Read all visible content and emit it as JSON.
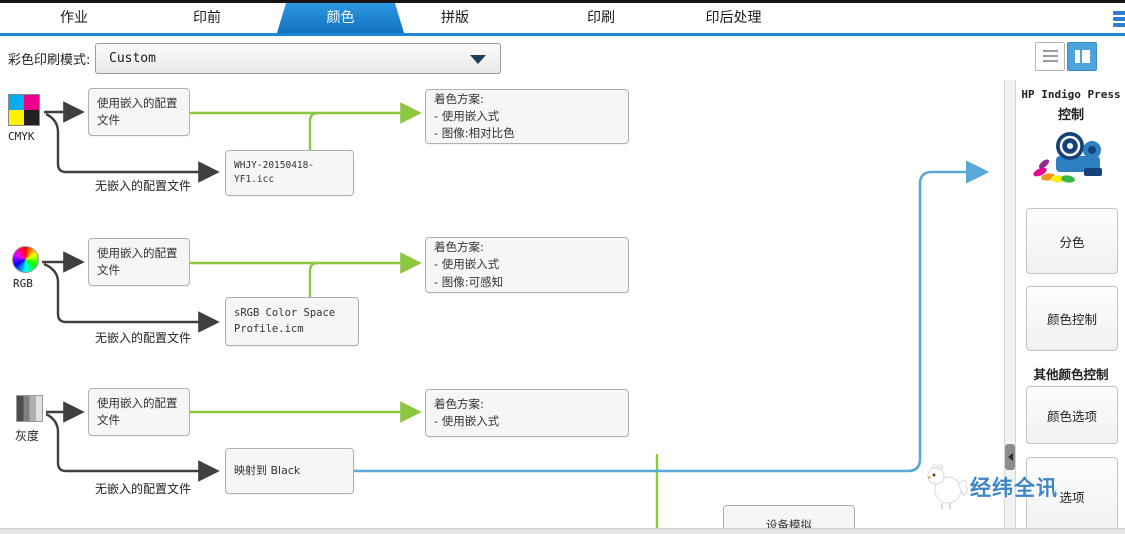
{
  "tabs": {
    "items": [
      {
        "label": "作业"
      },
      {
        "label": "印前"
      },
      {
        "label": "颜色"
      },
      {
        "label": "拼版"
      },
      {
        "label": "印刷"
      },
      {
        "label": "印后处理"
      }
    ],
    "active": "颜色"
  },
  "toolbar": {
    "mode_label": "彩色印刷模式:",
    "mode_value": "Custom"
  },
  "flow": {
    "sources": [
      {
        "label": "CMYK"
      },
      {
        "label": "RGB"
      },
      {
        "label": "灰度"
      }
    ],
    "rows": [
      {
        "embedded_label": "使用嵌入的配置文件",
        "no_embedded_label": "无嵌入的配置文件",
        "profile_label": "WHJY-20150418-YF1.icc",
        "scheme_lines": [
          "着色方案:",
          "- 使用嵌入式",
          "- 图像:相对比色"
        ]
      },
      {
        "embedded_label": "使用嵌入的配置文件",
        "no_embedded_label": "无嵌入的配置文件",
        "profile_label": "sRGB Color Space Profile.icm",
        "scheme_lines": [
          "着色方案:",
          "- 使用嵌入式",
          "- 图像:可感知"
        ]
      },
      {
        "embedded_label": "使用嵌入的配置文件",
        "no_embedded_label": "无嵌入的配置文件",
        "profile_label": "映射到 Black",
        "scheme_lines": [
          "着色方案:",
          "- 使用嵌入式"
        ]
      }
    ],
    "device_simulation_label": "设备模拟"
  },
  "panel": {
    "title_line1": "HP Indigo Press",
    "title_line2": "控制",
    "button_separations": "分色",
    "button_color_control": "颜色控制",
    "section_other": "其他颜色控制",
    "button_color_options": "颜色选项",
    "button_partial": "选项"
  },
  "watermark": {
    "text": "经纬全讯"
  },
  "colors": {
    "accent_blue": "#1b86d6",
    "flow_green": "#8dc63f",
    "flow_dark": "#3f3f3f",
    "flow_blue": "#58a8d8"
  }
}
